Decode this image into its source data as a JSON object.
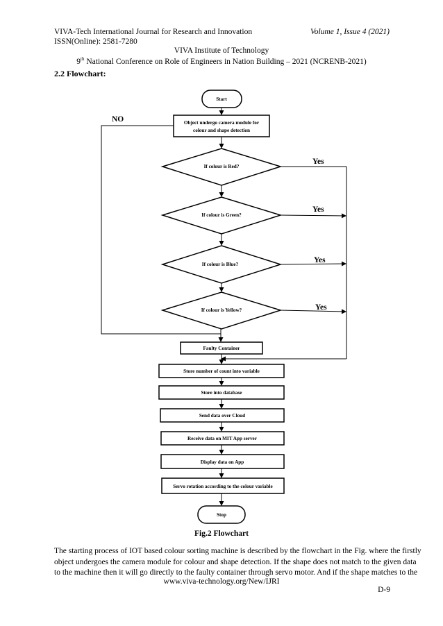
{
  "header": {
    "journal": "VIVA-Tech International Journal for Research and Innovation",
    "volume": "Volume 1, Issue 4 (2021)",
    "issn": "ISSN(Online): 2581-7280",
    "institute": "VIVA Institute of Technology",
    "conference_sup": "th",
    "conference_num": "9",
    "conference": "National Conference on Role of Engineers in Nation Building – 2021 (NCRENB-2021)"
  },
  "section_title": "2.2 Flowchart:",
  "flowchart": {
    "start": "Start",
    "step1_line1": "Object undergo camera module for",
    "step1_line2": "colour and shape detection",
    "decision_red": "If colour is Red?",
    "decision_green": "If colour is Green?",
    "decision_blue": "If colour is Blue?",
    "decision_yellow": "If colour is Yellow?",
    "yes": "Yes",
    "no": "NO",
    "faulty": "Faulty Container",
    "store_count": "Store number of count into variable",
    "store_db": "Store into database",
    "send_cloud": "Send data over Cloud",
    "receive": "Receive data on MIT App server",
    "display": "Display data on App",
    "servo": "Servo rotation according to the colour variable",
    "stop": "Stop"
  },
  "caption": "Fig.2 Flowchart",
  "body": {
    "line1": "The starting process of IOT based colour sorting machine is described by the flowchart in the Fig. where the firstly",
    "line2": "object undergoes the camera module for colour and shape detection. If the shape does not match to the given data",
    "line3": "to the machine then it will go directly to the faulty container through servo motor. And if the shape matches to the"
  },
  "footer": {
    "url": "www.viva-technology.org/New/IJRI",
    "page": "D-9"
  }
}
